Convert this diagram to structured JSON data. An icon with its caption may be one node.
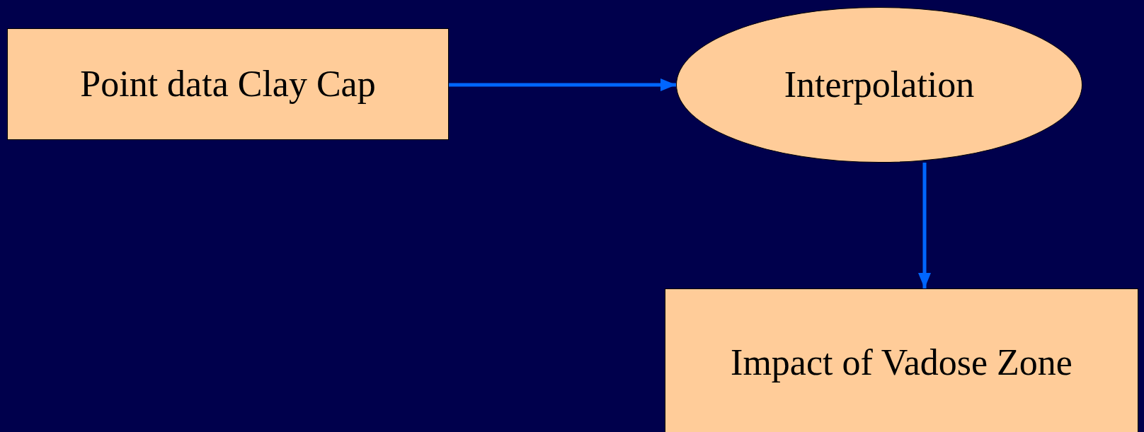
{
  "diagram": {
    "nodes": [
      {
        "text": [
          "Point data Clay Cap"
        ]
      },
      {
        "text": [
          "Interpolation"
        ]
      },
      {
        "text": [
          "Impact of Vadose Zone"
        ]
      }
    ],
    "edges": [
      {
        "from": 0,
        "to": 1,
        "arrow": "to"
      },
      {
        "from": 1,
        "to": 2,
        "arrow": "to"
      }
    ]
  }
}
